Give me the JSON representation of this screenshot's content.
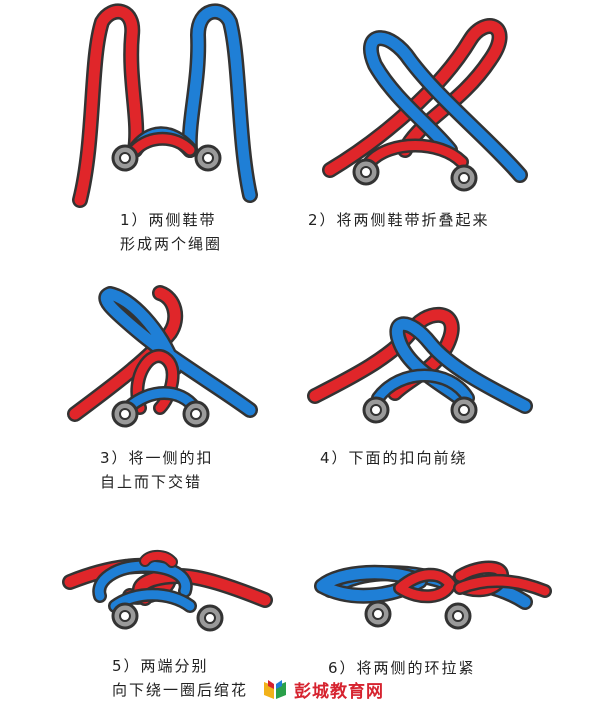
{
  "colors": {
    "red": "#e0262a",
    "blue": "#1f7fd6",
    "eyelet": "#9a9a9a",
    "outline": "#333333"
  },
  "steps": [
    {
      "number": "1）",
      "line1": "两侧鞋带",
      "line2": "形成两个绳圈"
    },
    {
      "number": "2）",
      "line1": "将两侧鞋带折叠起来",
      "line2": ""
    },
    {
      "number": "3）",
      "line1": "将一侧的扣",
      "line2": "自上而下交错"
    },
    {
      "number": "4）",
      "line1": "下面的扣向前绕",
      "line2": ""
    },
    {
      "number": "5）",
      "line1": "两端分别",
      "line2": "向下绕一圈后绾花"
    },
    {
      "number": "6）",
      "line1": "将两侧的环拉紧",
      "line2": ""
    }
  ],
  "watermark": {
    "text": "彭城教育网",
    "icon": "book-logo-icon"
  }
}
